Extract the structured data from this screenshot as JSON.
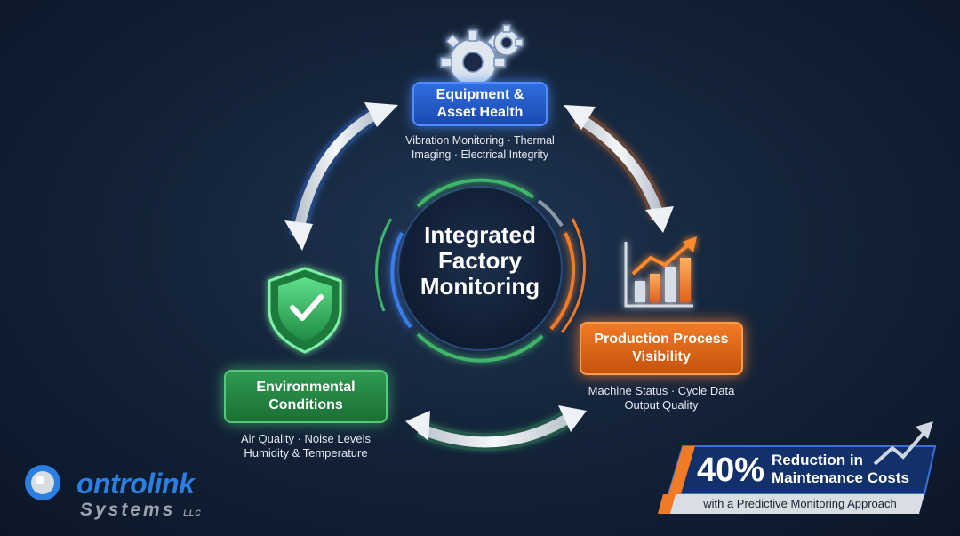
{
  "center": {
    "line1": "Integrated",
    "line2": "Factory",
    "line3": "Monitoring"
  },
  "nodes": {
    "equipment": {
      "title_line1": "Equipment &",
      "title_line2": "Asset Health",
      "desc_line1": "Vibration Monitoring · Thermal",
      "desc_line2": "Imaging · Electrical Integrity",
      "icon": "gears-icon",
      "color": "#2f6ee0"
    },
    "production": {
      "title_line1": "Production Process",
      "title_line2": "Visibility",
      "desc_line1": "Machine Status · Cycle Data",
      "desc_line2": "Output Quality",
      "icon": "bar-chart-trend-icon",
      "color": "#f07a26"
    },
    "environmental": {
      "title_line1": "Environmental",
      "title_line2": "Conditions",
      "desc_line1": "Air Quality · Noise Levels",
      "desc_line2": "Humidity & Temperature",
      "icon": "shield-check-icon",
      "color": "#2f9a52"
    }
  },
  "stat": {
    "value": "40%",
    "line1": "Reduction in",
    "line2": "Maintenance Costs",
    "footer": "with a Predictive Monitoring Approach"
  },
  "logo": {
    "main": "ontrolink",
    "sub": "Systems",
    "llc": "LLC"
  }
}
